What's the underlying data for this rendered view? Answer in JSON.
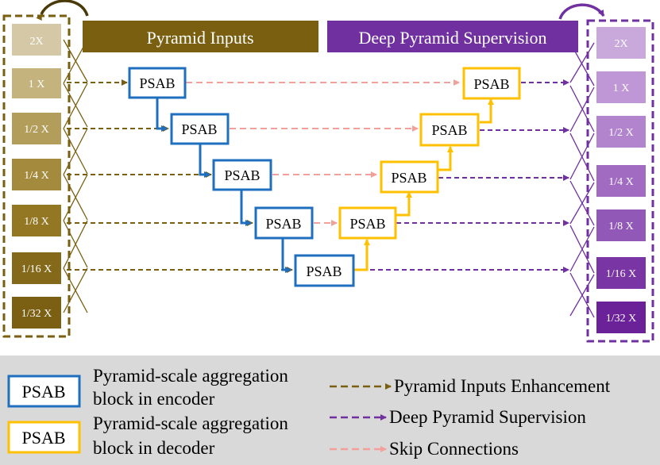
{
  "colors": {
    "input": "#7a5f10",
    "supervision": "#7030a0",
    "encoder": "#1f6fbf",
    "decoder": "#ffc000",
    "skip": "#f4a09a",
    "legend_bg": "#d9d9d9",
    "input_scales": [
      "#d4c8a6",
      "#c4b37d",
      "#b29d5b",
      "#a48a3c",
      "#937723",
      "#85691a",
      "#7b5f12"
    ],
    "output_scales": [
      "#c9a8dc",
      "#bf97d6",
      "#b184cd",
      "#a06bc0",
      "#9158b7",
      "#7a35a4",
      "#6b2197"
    ]
  },
  "headers": {
    "inputs": "Pyramid Inputs",
    "supervision": "Deep Pyramid Supervision"
  },
  "input_scales": [
    "2X",
    "1 X",
    "1/2 X",
    "1/4 X",
    "1/8 X",
    "1/16 X",
    "1/32 X"
  ],
  "output_scales": [
    "2X",
    "1 X",
    "1/2 X",
    "1/4 X",
    "1/8 X",
    "1/16 X",
    "1/32 X"
  ],
  "encoder_blocks": [
    "PSAB",
    "PSAB",
    "PSAB",
    "PSAB",
    "PSAB"
  ],
  "decoder_blocks": [
    "PSAB",
    "PSAB",
    "PSAB",
    "PSAB"
  ],
  "legend": {
    "encoder_box": "PSAB",
    "encoder_desc_line1": "Pyramid-scale aggregation",
    "encoder_desc_line2": "block in encoder",
    "decoder_box": "PSAB",
    "decoder_desc_line1": "Pyramid-scale aggregation",
    "decoder_desc_line2": "block in decoder",
    "arrow_input": "Pyramid Inputs Enhancement",
    "arrow_supervision": "Deep Pyramid Supervision",
    "arrow_skip": "Skip Connections"
  }
}
